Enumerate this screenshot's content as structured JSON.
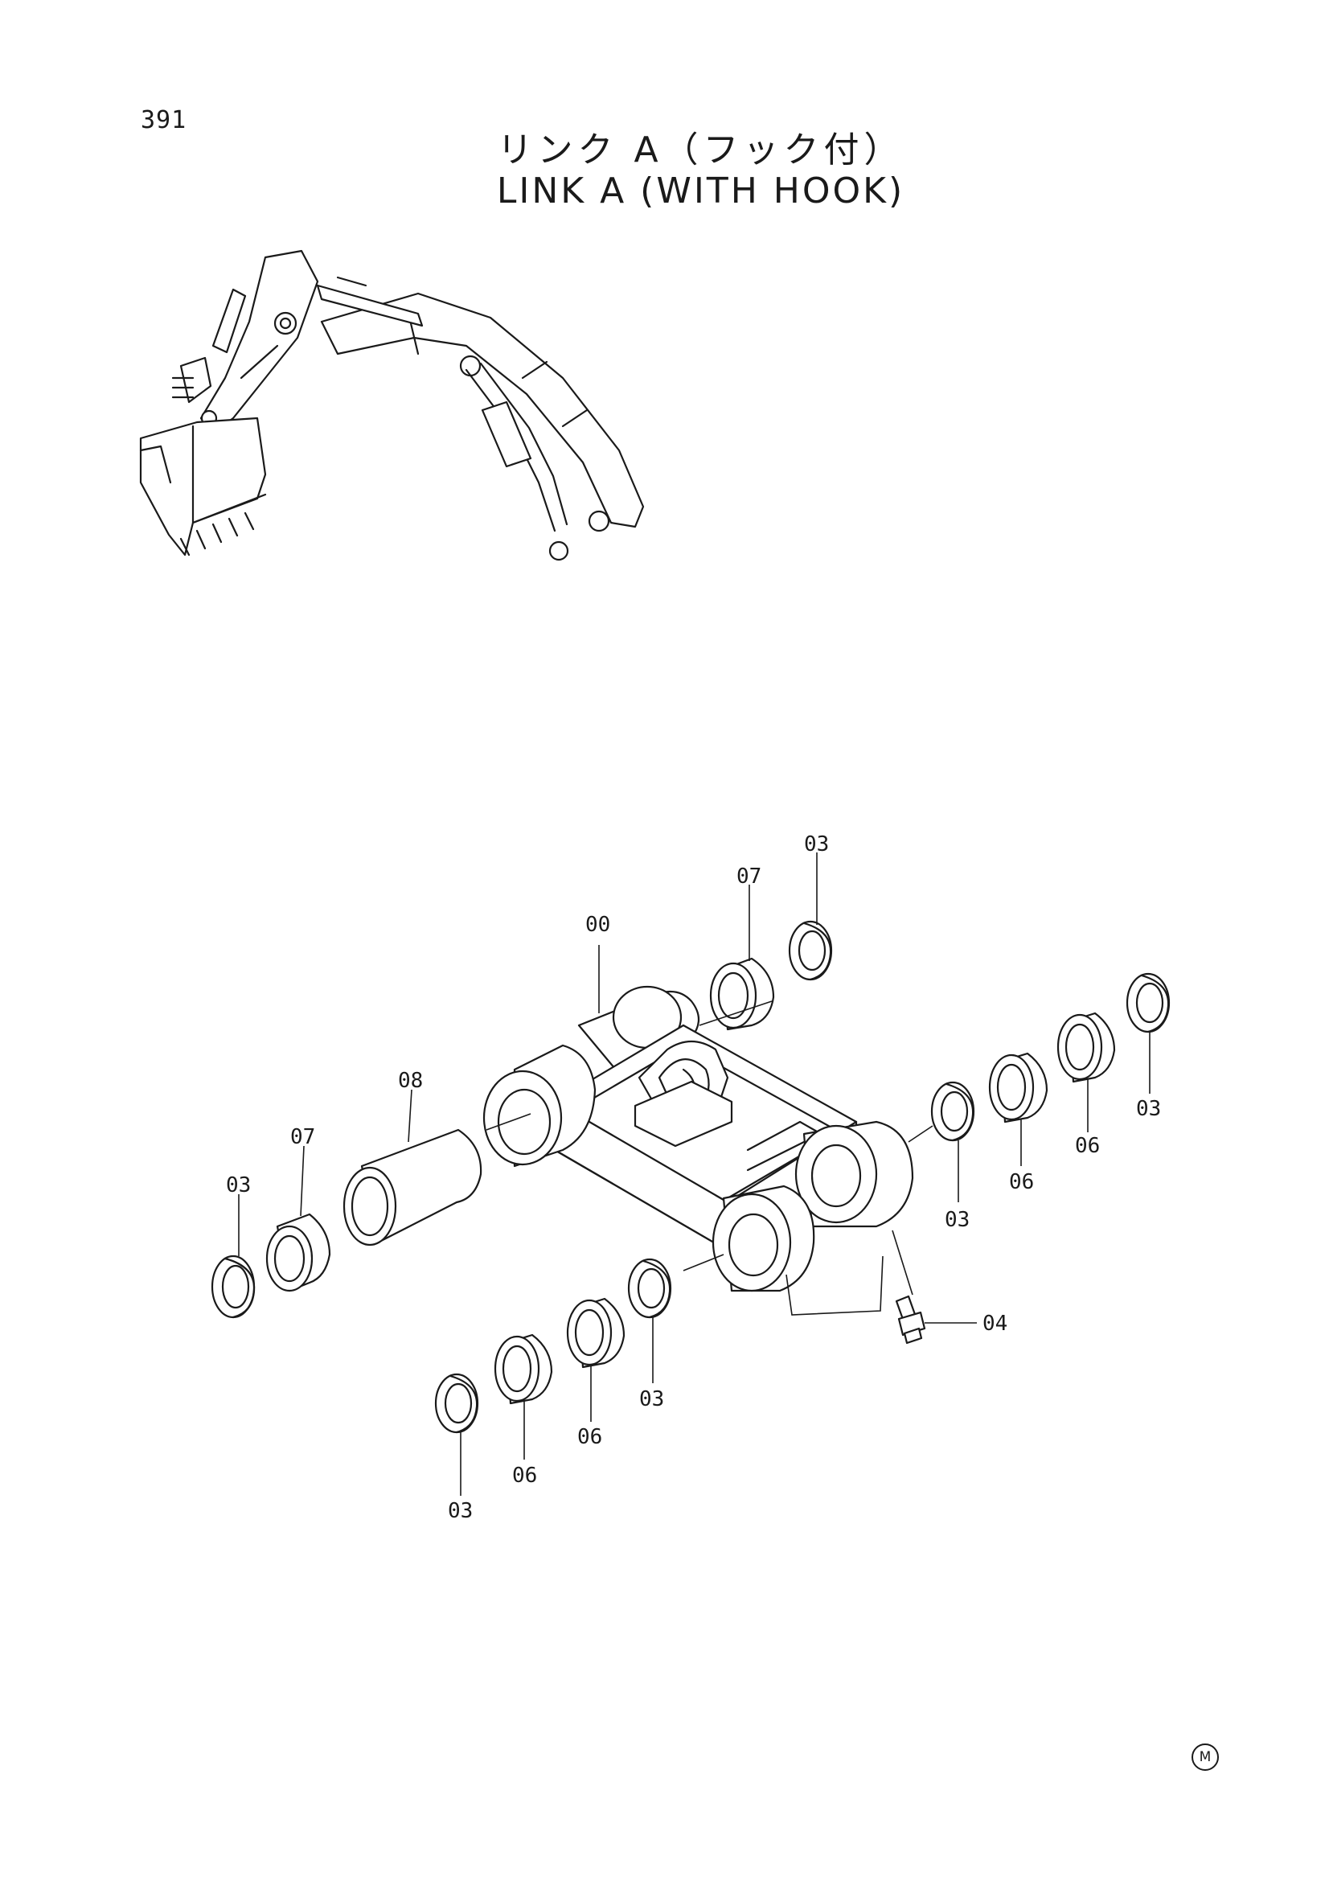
{
  "page": {
    "number": "391",
    "title_jp": "リンク A（フック付）",
    "title_en": "LINK A (WITH HOOK)",
    "mark": "M"
  },
  "callouts": [
    {
      "id": "c00",
      "label": "00"
    },
    {
      "id": "c07a",
      "label": "07"
    },
    {
      "id": "c03a",
      "label": "03"
    },
    {
      "id": "c08",
      "label": "08"
    },
    {
      "id": "c07b",
      "label": "07"
    },
    {
      "id": "c03b",
      "label": "03"
    },
    {
      "id": "c03c",
      "label": "03"
    },
    {
      "id": "c06a",
      "label": "06"
    },
    {
      "id": "c06b",
      "label": "06"
    },
    {
      "id": "c03d",
      "label": "03"
    },
    {
      "id": "c04",
      "label": "04"
    },
    {
      "id": "c03e",
      "label": "03"
    },
    {
      "id": "c06c",
      "label": "06"
    },
    {
      "id": "c06d",
      "label": "06"
    },
    {
      "id": "c03f",
      "label": "03"
    }
  ]
}
